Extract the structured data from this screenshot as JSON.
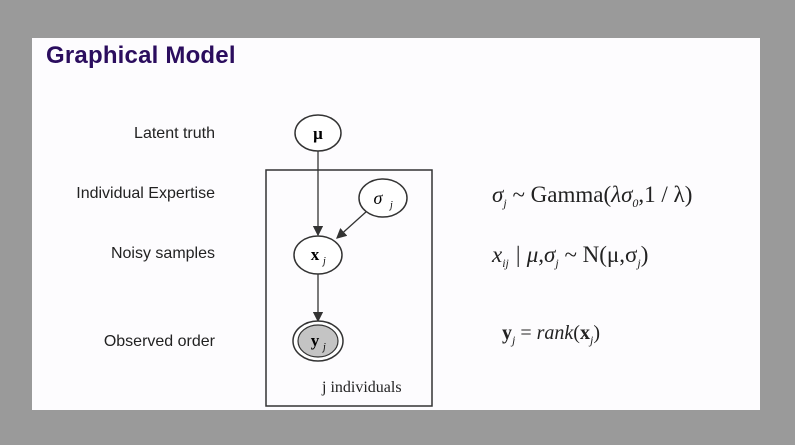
{
  "title": "Graphical Model",
  "labels": {
    "latent": "Latent truth",
    "expertise": "Individual Expertise",
    "noisy": "Noisy samples",
    "observed": "Observed order"
  },
  "nodes": {
    "mu": "μ",
    "sigma": "σ",
    "x": "x",
    "y": "y",
    "sub_j": "j"
  },
  "plate_label": "j individuals",
  "equations": {
    "eq1": {
      "lhs": "σ",
      "sub": "j",
      "rel": " ~ Gamma(",
      "body": "λσ",
      "sub0": "0",
      "rest": ",1 / λ)"
    },
    "eq2": {
      "lhs": "x",
      "sub": "ij",
      "mid": " | μ,σ",
      "sub2": "j",
      "rel": " ~ N(μ,σ",
      "sub3": "j",
      "end": ")"
    },
    "eq3": {
      "lhs": "y",
      "sub": "j",
      "rel": " = ",
      "fn": "rank",
      "open": "(",
      "arg": "x",
      "sub2": "j",
      "end": ")"
    }
  }
}
